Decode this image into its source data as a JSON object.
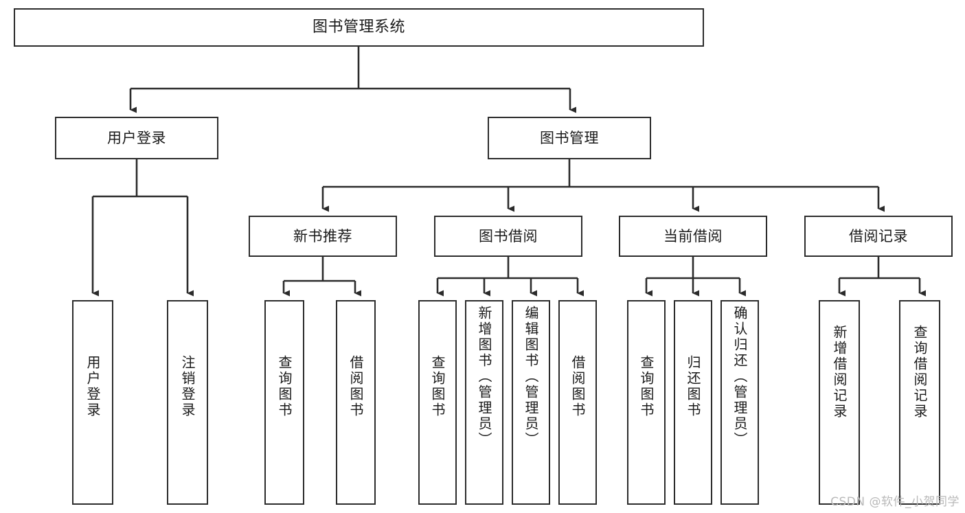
{
  "diagram": {
    "type": "tree",
    "title": "图书管理系统",
    "watermark": "CSDN @软件_小贺同学",
    "colors": {
      "box_border": "#2b2b2b",
      "box_fill": "#ffffff",
      "edge": "#2b2b2b",
      "text": "#1a1a1a",
      "watermark": "#b9b9b9",
      "background": "#ffffff"
    },
    "nodes": {
      "root": {
        "label": "图书管理系统",
        "orientation": "horizontal",
        "level": 1
      },
      "l2": [
        {
          "id": "user-login",
          "label": "用户登录",
          "orientation": "horizontal",
          "level": 2
        },
        {
          "id": "book-manage",
          "label": "图书管理",
          "orientation": "horizontal",
          "level": 2
        }
      ],
      "l3": [
        {
          "id": "new-book-recommend",
          "label": "新书推荐",
          "orientation": "horizontal",
          "level": 3
        },
        {
          "id": "book-borrow",
          "label": "图书借阅",
          "orientation": "horizontal",
          "level": 3
        },
        {
          "id": "current-borrow",
          "label": "当前借阅",
          "orientation": "horizontal",
          "level": 3
        },
        {
          "id": "borrow-record",
          "label": "借阅记录",
          "orientation": "horizontal",
          "level": 3
        }
      ],
      "leaves": {
        "user_login": [
          {
            "id": "leaf-user-login",
            "label": "用户登录",
            "orientation": "vertical"
          },
          {
            "id": "leaf-logout-login",
            "label": "注销登录",
            "orientation": "vertical"
          }
        ],
        "new_book_recommend": [
          {
            "id": "leaf-query-book-1",
            "label": "查询图书",
            "orientation": "vertical"
          },
          {
            "id": "leaf-borrow-book-1",
            "label": "借阅图书",
            "orientation": "vertical"
          }
        ],
        "book_borrow": [
          {
            "id": "leaf-query-book-2",
            "label": "查询图书",
            "orientation": "vertical"
          },
          {
            "id": "leaf-add-book-admin",
            "label": "新增图书（管理员）",
            "orientation": "vertical"
          },
          {
            "id": "leaf-edit-book-admin",
            "label": "编辑图书（管理员）",
            "orientation": "vertical"
          },
          {
            "id": "leaf-borrow-book-2",
            "label": "借阅图书",
            "orientation": "vertical"
          }
        ],
        "current_borrow": [
          {
            "id": "leaf-query-book-3",
            "label": "查询图书",
            "orientation": "vertical"
          },
          {
            "id": "leaf-return-book",
            "label": "归还图书",
            "orientation": "vertical"
          },
          {
            "id": "leaf-confirm-return-admin",
            "label": "确认归还（管理员）",
            "orientation": "vertical"
          }
        ],
        "borrow_record": [
          {
            "id": "leaf-add-borrow-record",
            "label": "新增借阅记录",
            "orientation": "vertical"
          },
          {
            "id": "leaf-query-borrow-record",
            "label": "查询借阅记录",
            "orientation": "vertical"
          }
        ]
      }
    }
  }
}
